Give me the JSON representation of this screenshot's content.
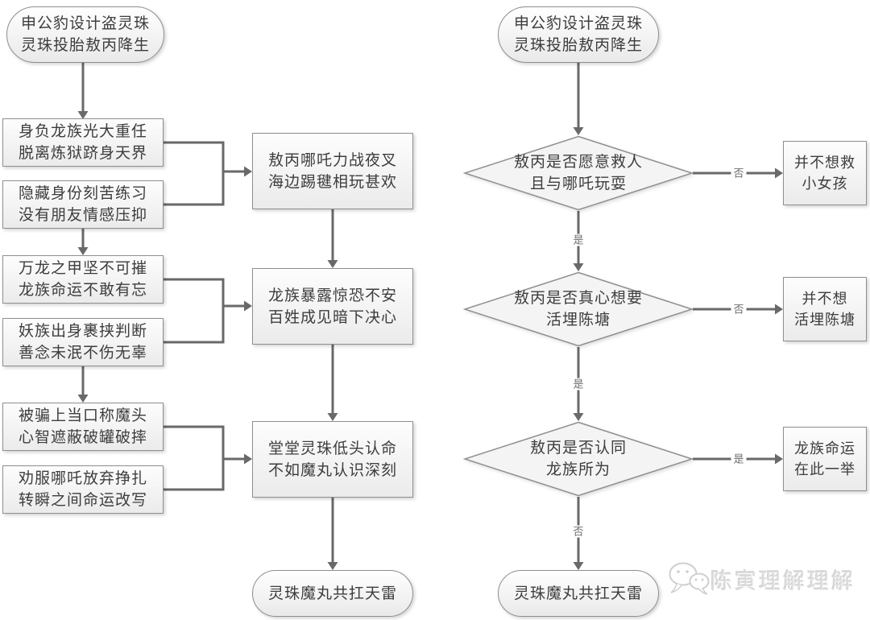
{
  "colors": {
    "connector_line": "#696969",
    "node_border": "#8f8f8f",
    "node_fill": "#f2f2f2",
    "node_text": "#3d3d3d",
    "edge_label_text": "#6e6e6e",
    "watermark_text": "#dcdcdc"
  },
  "left_chart": {
    "start": {
      "lines": [
        "申公豹设计盗灵珠",
        "灵珠投胎敖丙降生"
      ]
    },
    "groups": [
      {
        "causes": [
          {
            "lines": [
              "身负龙族光大重任",
              "脱离炼狱跻身天界"
            ]
          },
          {
            "lines": [
              "隐藏身份刻苦练习",
              "没有朋友情感压抑"
            ]
          }
        ],
        "effect": {
          "lines": [
            "敖丙哪吒力战夜叉",
            "海边踢毽相玩甚欢"
          ]
        }
      },
      {
        "causes": [
          {
            "lines": [
              "万龙之甲坚不可摧",
              "龙族命运不敢有忘"
            ]
          },
          {
            "lines": [
              "妖族出身裹挟判断",
              "善念未泯不伤无辜"
            ]
          }
        ],
        "effect": {
          "lines": [
            "龙族暴露惊恐不安",
            "百姓成见暗下决心"
          ]
        }
      },
      {
        "causes": [
          {
            "lines": [
              "被骗上当口称魔头",
              "心智遮蔽破罐破摔"
            ]
          },
          {
            "lines": [
              "劝服哪吒放弃挣扎",
              "转瞬之间命运改写"
            ]
          }
        ],
        "effect": {
          "lines": [
            "堂堂灵珠低头认命",
            "不如魔丸认识深刻"
          ]
        }
      }
    ],
    "end": {
      "lines": [
        "灵珠魔丸共扛天雷"
      ]
    }
  },
  "right_chart": {
    "start": {
      "lines": [
        "申公豹设计盗灵珠",
        "灵珠投胎敖丙降生"
      ]
    },
    "decisions": [
      {
        "question": {
          "lines": [
            "敖丙是否愿意救人",
            "且与哪吒玩耍"
          ]
        },
        "branch_label": "否",
        "branch": {
          "lines": [
            "并不想救",
            "小女孩"
          ]
        },
        "continue_label": "是"
      },
      {
        "question": {
          "lines": [
            "敖丙是否真心想要",
            "活埋陈塘"
          ]
        },
        "branch_label": "否",
        "branch": {
          "lines": [
            "并不想",
            "活埋陈塘"
          ]
        },
        "continue_label": "是"
      },
      {
        "question": {
          "lines": [
            "敖丙是否认同",
            "龙族所为"
          ]
        },
        "branch_label": "是",
        "branch": {
          "lines": [
            "龙族命运",
            "在此一举"
          ]
        },
        "continue_label": "否"
      }
    ],
    "end": {
      "lines": [
        "灵珠魔丸共扛天雷"
      ]
    }
  },
  "watermark": {
    "icon": "wechat-icon",
    "text": "陈寅理解理解"
  }
}
